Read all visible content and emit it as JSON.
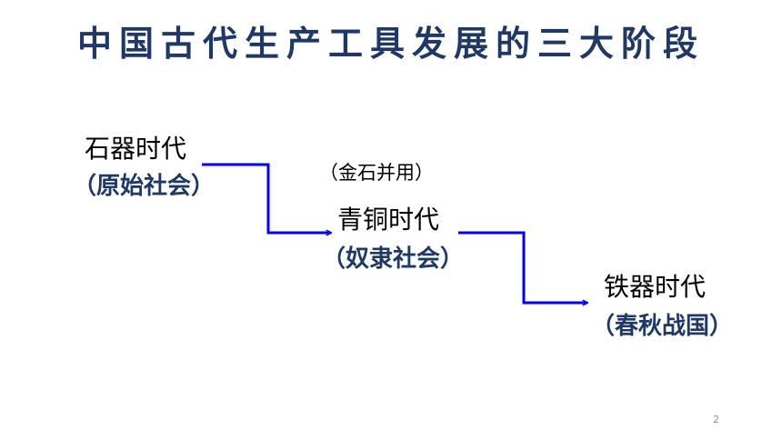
{
  "title": "中国古代生产工具发展的三大阶段",
  "stages": [
    {
      "name": "石器时代",
      "society": "（原始社会）"
    },
    {
      "name": "青铜时代",
      "society": "（奴隶社会）",
      "note": "（金石并用）"
    },
    {
      "name": "铁器时代",
      "society": "（春秋战国）"
    }
  ],
  "page_number": "2",
  "colors": {
    "title": "#1f3864",
    "stage_text": "#000000",
    "society_text": "#1f3864",
    "arrow": "#0000ff"
  }
}
